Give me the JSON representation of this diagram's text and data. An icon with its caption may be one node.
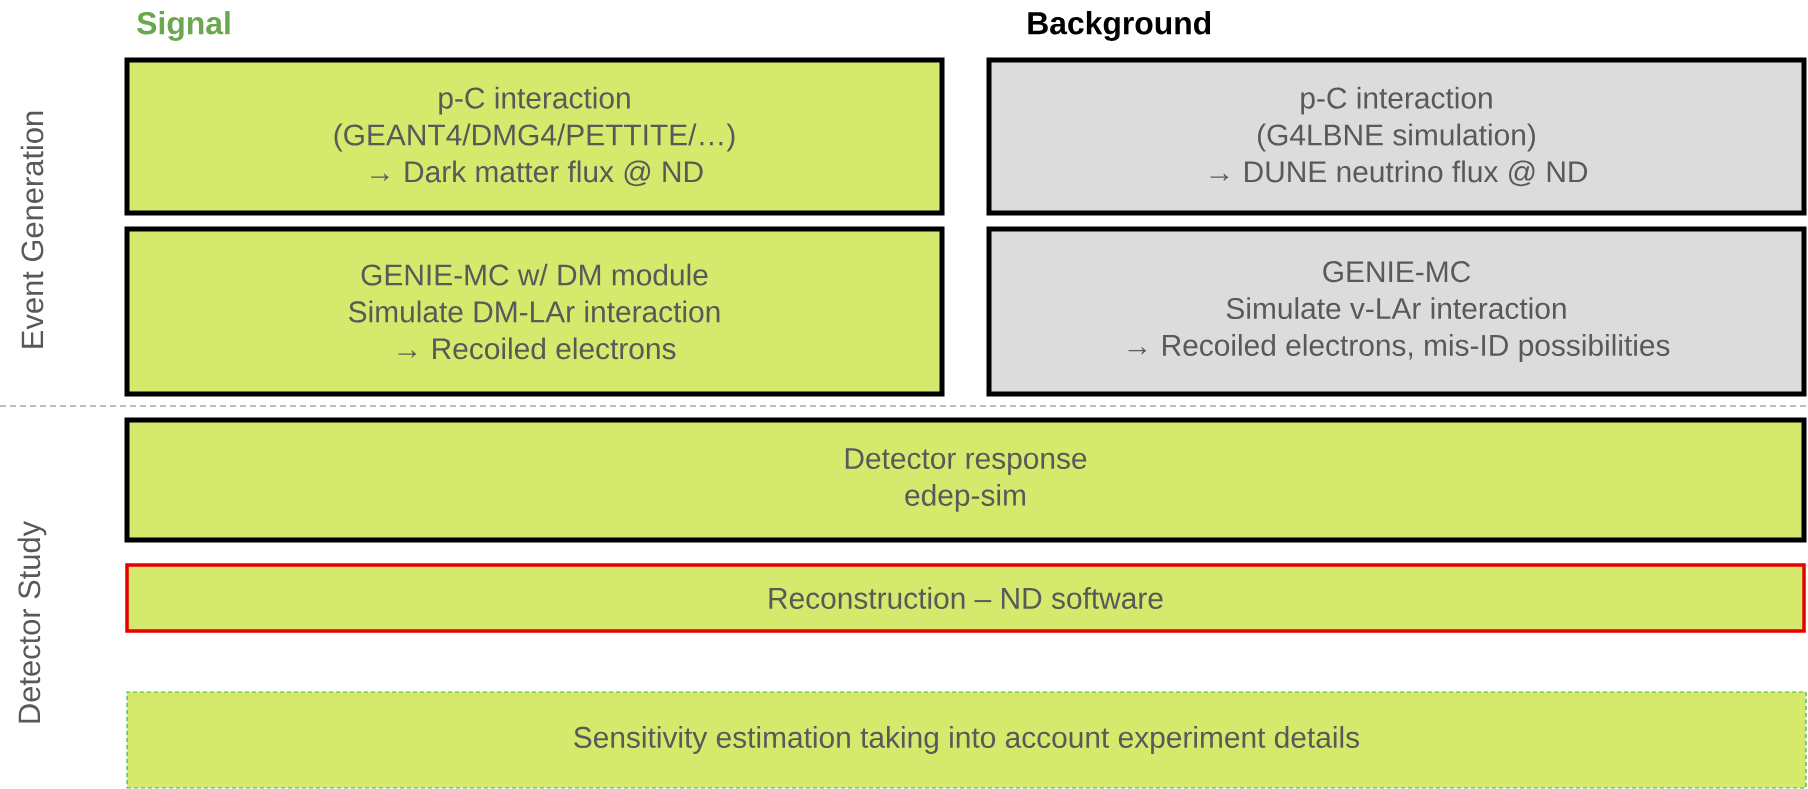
{
  "diagram": {
    "nodes": [
      {
        "text": [
          "p-C interaction",
          "(GEANT4/DMG4/PETTITE/…)",
          "→ Dark matter flux @ ND"
        ]
      },
      {
        "text": [
          "p-C interaction",
          "(G4LBNE simulation)",
          "→ DUNE neutrino flux @ ND"
        ]
      },
      {
        "text": [
          "GENIE-MC w/ DM module",
          "Simulate DM-LAr interaction",
          "→ Recoiled electrons"
        ]
      },
      {
        "text": [
          "GENIE-MC",
          "Simulate v-LAr interaction",
          "→ Recoiled electrons, mis-ID possibilities"
        ]
      },
      {
        "text": [
          "Detector response",
          "edep-sim"
        ]
      },
      {
        "text": [
          "Reconstruction – ND software"
        ]
      },
      {
        "text": [
          "Sensitivity estimation taking into account experiment details"
        ]
      }
    ],
    "labels": [
      "Signal",
      "Background",
      "Event Generation",
      "Detector Study"
    ]
  }
}
